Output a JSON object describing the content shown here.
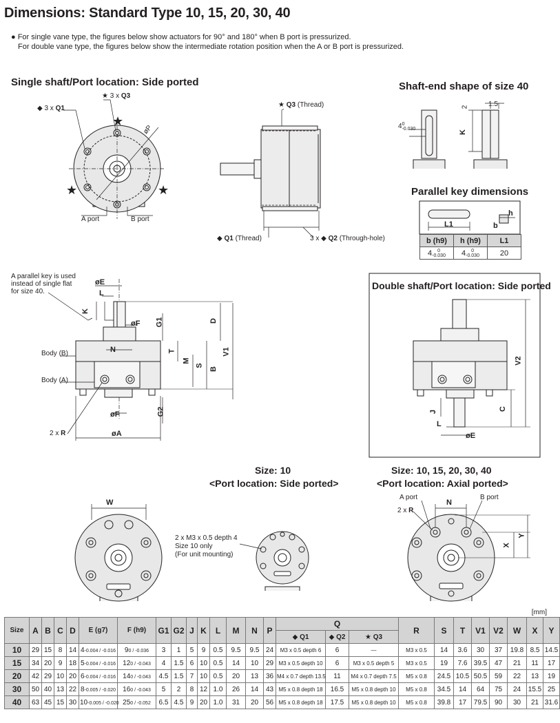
{
  "page": {
    "title": "Dimensions: Standard Type 10, 15, 20, 30, 40",
    "note_line1": "● For single vane type, the figures below show actuators for 90° and 180° when B port is pressurized.",
    "note_line2": "For double vane type, the figures below show the intermediate rotation position when the A or B port is pressurized."
  },
  "sections": {
    "single_shaft": "Single shaft/Port location: Side ported",
    "shaft_end": "Shaft-end shape of size 40",
    "parallel_key": "Parallel key dimensions",
    "double_shaft": "Double shaft/Port location: Side ported",
    "size10_a": "Size: 10",
    "size10_b": "<Port location: Side ported>",
    "axial_a": "Size: 10, 15, 20, 30, 40",
    "axial_b": "<Port location: Axial ported>"
  },
  "labels": {
    "q1_3x": "3 x",
    "q1": "Q1",
    "q3_3x": "3 x",
    "q3": "Q3",
    "phi_p": "øP",
    "a_port": "A port",
    "b_port": "B port",
    "q3_thread_sym": "Q3",
    "q3_thread": "(Thread)",
    "q1_thread_sym": "Q1",
    "q1_thread": "(Thread)",
    "q2_prefix": "3 x",
    "q2_sym": "Q2",
    "q2_through": "(Through-hole)",
    "tol_4": "4",
    "tol_4_sub": "-0.030",
    "tol_4_sup": "0",
    "dim_2": "2",
    "dim_15": "1.5",
    "dim_k": "K",
    "dim_l1": "L1",
    "dim_b": "b",
    "dim_h": "h",
    "key_note_1": "A parallel key is used",
    "key_note_2": "instead of single flat",
    "key_note_3": "for size 40.",
    "phi_e": "øE",
    "l": "L",
    "k": "K",
    "phi_f": "øF",
    "g1": "G1",
    "d": "D",
    "t": "T",
    "n": "N",
    "m": "M",
    "s": "S",
    "b": "B",
    "v1": "V1",
    "body_b": "Body (B)",
    "body_a": "Body (A)",
    "g2": "G2",
    "two_r": "2 x",
    "r": "R",
    "phi_a": "øA",
    "v2": "V2",
    "j": "J",
    "c": "C",
    "w": "W",
    "m3_note_1": "2 x M3 x 0.5 depth 4",
    "m3_note_2": "Size 10 only",
    "m3_note_3": "(For unit mounting)",
    "x": "X",
    "y": "Y",
    "unit": "[mm]"
  },
  "parallel_key_table": {
    "headers": [
      "b (h9)",
      "h (h9)",
      "L1"
    ],
    "row": [
      "4",
      "4",
      "20"
    ],
    "b_sub": "-0.030",
    "b_sup": "0",
    "h_sub": "-0.030",
    "h_sup": "0"
  },
  "main_table": {
    "headers": [
      "Size",
      "A",
      "B",
      "C",
      "D",
      "E (g7)",
      "F (h9)",
      "G1",
      "G2",
      "J",
      "K",
      "L",
      "M",
      "N",
      "P",
      "Q",
      "R",
      "S",
      "T",
      "V1",
      "V2",
      "W",
      "X",
      "Y"
    ],
    "q_sub": [
      "◆ Q1",
      "◆ Q2",
      "★ Q3"
    ],
    "rows": [
      {
        "size": "10",
        "A": "29",
        "B": "15",
        "C": "8",
        "D": "14",
        "E": "4",
        "E_tol": "-0.004 / -0.016",
        "F": "9",
        "F_tol": "0 / -0.036",
        "G1": "3",
        "G2": "1",
        "J": "5",
        "K": "9",
        "L": "0.5",
        "M": "9.5",
        "N": "9.5",
        "P": "24",
        "Q1": "M3 x 0.5 depth 6",
        "Q2": "6",
        "Q3": "—",
        "R": "M3 x 0.5",
        "S": "14",
        "T": "3.6",
        "V1": "30",
        "V2": "37",
        "W": "19.8",
        "X": "8.5",
        "Y": "14.5"
      },
      {
        "size": "15",
        "A": "34",
        "B": "20",
        "C": "9",
        "D": "18",
        "E": "5",
        "E_tol": "-0.004 / -0.016",
        "F": "12",
        "F_tol": "0 / -0.043",
        "G1": "4",
        "G2": "1.5",
        "J": "6",
        "K": "10",
        "L": "0.5",
        "M": "14",
        "N": "10",
        "P": "29",
        "Q1": "M3 x 0.5 depth 10",
        "Q2": "6",
        "Q3": "M3 x 0.5 depth 5",
        "R": "M3 x 0.5",
        "S": "19",
        "T": "7.6",
        "V1": "39.5",
        "V2": "47",
        "W": "21",
        "X": "11",
        "Y": "17"
      },
      {
        "size": "20",
        "A": "42",
        "B": "29",
        "C": "10",
        "D": "20",
        "E": "6",
        "E_tol": "-0.004 / -0.016",
        "F": "14",
        "F_tol": "0 / -0.043",
        "G1": "4.5",
        "G2": "1.5",
        "J": "7",
        "K": "10",
        "L": "0.5",
        "M": "20",
        "N": "13",
        "P": "36",
        "Q1": "M4 x 0.7 depth 13.5",
        "Q2": "11",
        "Q3": "M4 x 0.7 depth 7.5",
        "R": "M5 x 0.8",
        "S": "24.5",
        "T": "10.5",
        "V1": "50.5",
        "V2": "59",
        "W": "22",
        "X": "13",
        "Y": "19"
      },
      {
        "size": "30",
        "A": "50",
        "B": "40",
        "C": "13",
        "D": "22",
        "E": "8",
        "E_tol": "-0.005 / -0.020",
        "F": "16",
        "F_tol": "0 / -0.043",
        "G1": "5",
        "G2": "2",
        "J": "8",
        "K": "12",
        "L": "1.0",
        "M": "26",
        "N": "14",
        "P": "43",
        "Q1": "M5 x 0.8 depth 18",
        "Q2": "16.5",
        "Q3": "M5 x 0.8 depth 10",
        "R": "M5 x 0.8",
        "S": "34.5",
        "T": "14",
        "V1": "64",
        "V2": "75",
        "W": "24",
        "X": "15.5",
        "Y": "25"
      },
      {
        "size": "40",
        "A": "63",
        "B": "45",
        "C": "15",
        "D": "30",
        "E": "10",
        "E_tol": "-0.005 / -0.020",
        "F": "25",
        "F_tol": "0 / -0.052",
        "G1": "6.5",
        "G2": "4.5",
        "J": "9",
        "K": "20",
        "L": "1.0",
        "M": "31",
        "N": "20",
        "P": "56",
        "Q1": "M5 x 0.8 depth 18",
        "Q2": "17.5",
        "Q3": "M5 x 0.8 depth 10",
        "R": "M5 x 0.8",
        "S": "39.8",
        "T": "17",
        "V1": "79.5",
        "V2": "90",
        "W": "30",
        "X": "21",
        "Y": "31.6"
      }
    ]
  }
}
